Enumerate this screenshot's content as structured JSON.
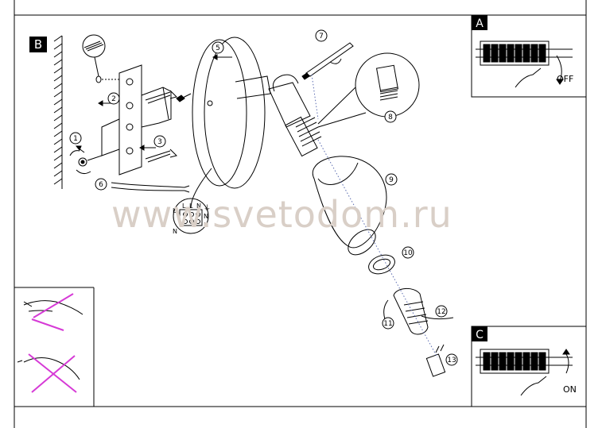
{
  "panels": {
    "b_label": "B",
    "a_label": "A",
    "c_label": "C",
    "off_label": "OFF",
    "on_label": "ON"
  },
  "steps": [
    "1",
    "2",
    "3",
    "5",
    "6",
    "7",
    "8",
    "9",
    "10",
    "11",
    "12",
    "13"
  ],
  "terminal": {
    "left_letters": [
      "L",
      "N"
    ],
    "top_letters": [
      "L",
      "L",
      "N"
    ],
    "right_letters": [
      "N",
      "N"
    ],
    "ground_symbol": "⏚"
  },
  "watermark": "www.svetodom.ru"
}
